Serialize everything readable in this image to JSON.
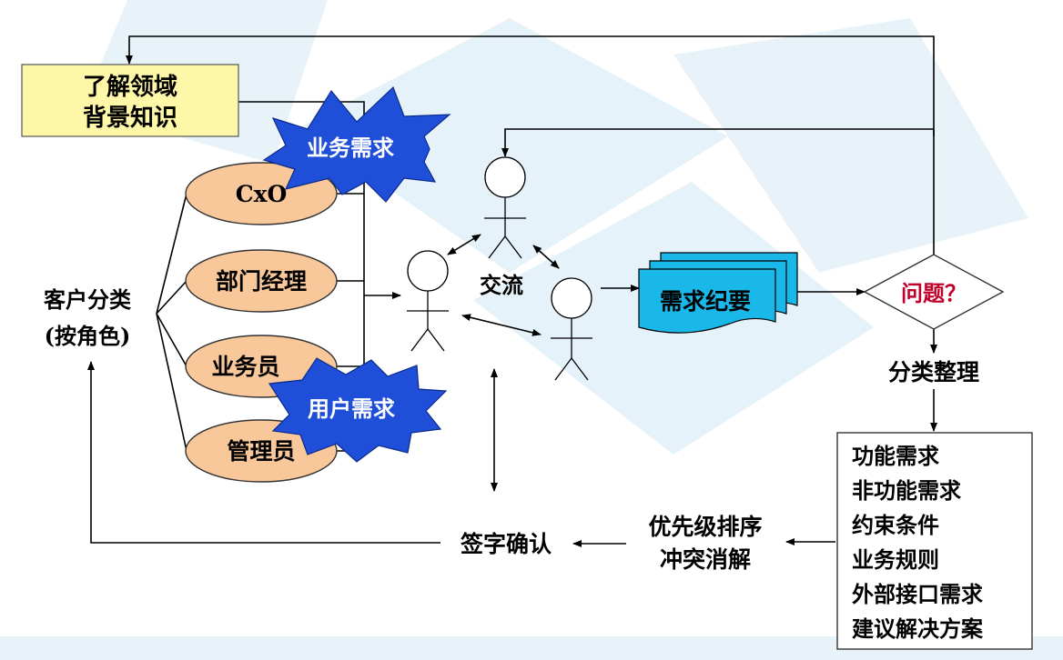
{
  "colors": {
    "knowledge_box": "#fff7a8",
    "ellipse": "#f8c79a",
    "burst": "#1f4fd8",
    "doc": "#19b8e8",
    "decision": "#ffffff",
    "background": "#cfe8f6"
  },
  "nodes": {
    "knowledge": {
      "line1": "了解领域",
      "line2": "背景知识"
    },
    "customer_class": {
      "line1": "客户分类",
      "line2": "(按角色)"
    },
    "roles": [
      "CxO",
      "部门经理",
      "业务员",
      "管理员"
    ],
    "burst_business": "业务需求",
    "burst_user": "用户需求",
    "exchange": "交流",
    "minutes": "需求纪要",
    "question": "问题？",
    "classify": "分类整理",
    "categories": [
      "功能需求",
      "非功能需求",
      "约束条件",
      "业务规则",
      "外部接口需求",
      "建议解决方案"
    ],
    "priority": {
      "line1": "优先级排序",
      "line2": "冲突消解"
    },
    "signoff": "签字确认"
  }
}
